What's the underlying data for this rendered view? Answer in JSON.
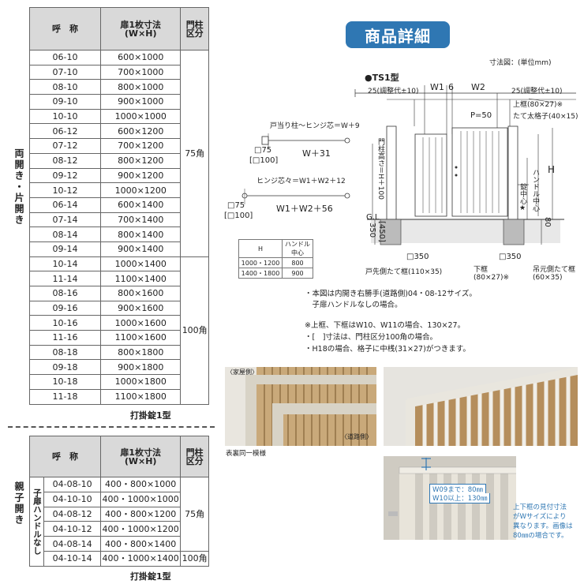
{
  "badge": "商品詳細",
  "side_labels": {
    "double": "両開き・片開き",
    "parent": "親子開き"
  },
  "table1": {
    "headers": {
      "name": "呼　称",
      "size_l1": "扉1枚寸法",
      "size_l2": "(W×H)",
      "post_l1": "門柱",
      "post_l2": "区分"
    },
    "rows": [
      {
        "code": "06-10",
        "size": "600×1000"
      },
      {
        "code": "07-10",
        "size": "700×1000"
      },
      {
        "code": "08-10",
        "size": "800×1000"
      },
      {
        "code": "09-10",
        "size": "900×1000"
      },
      {
        "code": "10-10",
        "size": "1000×1000"
      },
      {
        "code": "06-12",
        "size": "600×1200"
      },
      {
        "code": "07-12",
        "size": "700×1200"
      },
      {
        "code": "08-12",
        "size": "800×1200"
      },
      {
        "code": "09-12",
        "size": "900×1200"
      },
      {
        "code": "10-12",
        "size": "1000×1200"
      },
      {
        "code": "06-14",
        "size": "600×1400"
      },
      {
        "code": "07-14",
        "size": "700×1400"
      },
      {
        "code": "08-14",
        "size": "800×1400"
      },
      {
        "code": "09-14",
        "size": "900×1400"
      },
      {
        "code": "10-14",
        "size": "1000×1400"
      },
      {
        "code": "11-14",
        "size": "1100×1400"
      },
      {
        "code": "08-16",
        "size": "800×1600"
      },
      {
        "code": "09-16",
        "size": "900×1600"
      },
      {
        "code": "10-16",
        "size": "1000×1600"
      },
      {
        "code": "11-16",
        "size": "1100×1600"
      },
      {
        "code": "08-18",
        "size": "800×1800"
      },
      {
        "code": "09-18",
        "size": "900×1800"
      },
      {
        "code": "10-18",
        "size": "1000×1800"
      },
      {
        "code": "11-18",
        "size": "1100×1800"
      }
    ],
    "post_a": "75角",
    "post_b": "100角",
    "caption": "打掛錠1型"
  },
  "table2": {
    "headers": {
      "name": "呼　称",
      "size_l1": "扉1枚寸法",
      "size_l2": "(W×H)",
      "post_l1": "門柱",
      "post_l2": "区分"
    },
    "subgroup": "子扉ハンドルなし",
    "rows": [
      {
        "code": "04-08-10",
        "size": "400・800×1000"
      },
      {
        "code": "04-10-10",
        "size": "400・1000×1000"
      },
      {
        "code": "04-08-12",
        "size": "400・800×1200"
      },
      {
        "code": "04-10-12",
        "size": "400・1000×1200"
      },
      {
        "code": "04-08-14",
        "size": "400・800×1400"
      },
      {
        "code": "04-10-14",
        "size": "400・1000×1400"
      }
    ],
    "post_a": "75角",
    "post_b": "100角",
    "caption": "打掛錠1型"
  },
  "diagram": {
    "unit_note": "寸法図：(単位mm)",
    "model": "●TS1型",
    "w1": "W1",
    "six": "6",
    "w2": "W2",
    "adj_left": "25(調整代±10)",
    "adj_right": "25(調整代±10)",
    "upper_frame": "上框(80×27)※",
    "vertical_lattice": "たて太格子(40×15)",
    "p50": "P=50",
    "h": "H",
    "post_height": "門柱高さ＝H＋100",
    "handle_center": "ハンドル中心",
    "lock_center": "錠中心★",
    "gl": "G.L",
    "d350": "350",
    "d450": "[450]",
    "d80": "80",
    "sq350a": "□350",
    "sq350b": "□350",
    "door_stop_post": "戸先側たて框(110×35)",
    "lower_frame_l1": "下框",
    "lower_frame_l2": "(80×27)※",
    "hinge_post_l1": "吊元側たて框",
    "hinge_post_l2": "(60×35)",
    "dim1_label": "戸当り柱～ヒンジ芯＝W＋9",
    "dim1_sq": "□75",
    "dim1_sq2": "[□100]",
    "dim1_val": "W＋31",
    "dim2_label": "ヒンジ芯々＝W1＋W2＋12",
    "dim2_sq": "□75",
    "dim2_sq2": "[□100]",
    "dim2_val": "W1＋W2＋56",
    "htable": {
      "h_header": "H",
      "c_header_l1": "ハンドル",
      "c_header_l2": "中心",
      "rows": [
        [
          "1000・1200",
          "800"
        ],
        [
          "1400・1800",
          "900"
        ]
      ]
    },
    "notes": [
      "・本図は内開き右勝手(道路側)04・08-12サイズ。",
      "　子扉ハンドルなしの場合。",
      "※上框、下框はW10、W11の場合、130×27。",
      "・[　]寸法は、門柱区分100角の場合。",
      "・H18の場合、格子に中桟(31×27)がつきます。"
    ]
  },
  "photos": {
    "house_side": "〈家屋側〉",
    "road_side": "〈道路側〉",
    "same_pattern": "表裏同一模様",
    "w09": "W09まで：80㎜",
    "w10": "W10以上：130㎜",
    "side_note": [
      "上下框の見付寸法",
      "がWサイズにより",
      "異なります。画像は",
      "80㎜の場合です。"
    ]
  }
}
